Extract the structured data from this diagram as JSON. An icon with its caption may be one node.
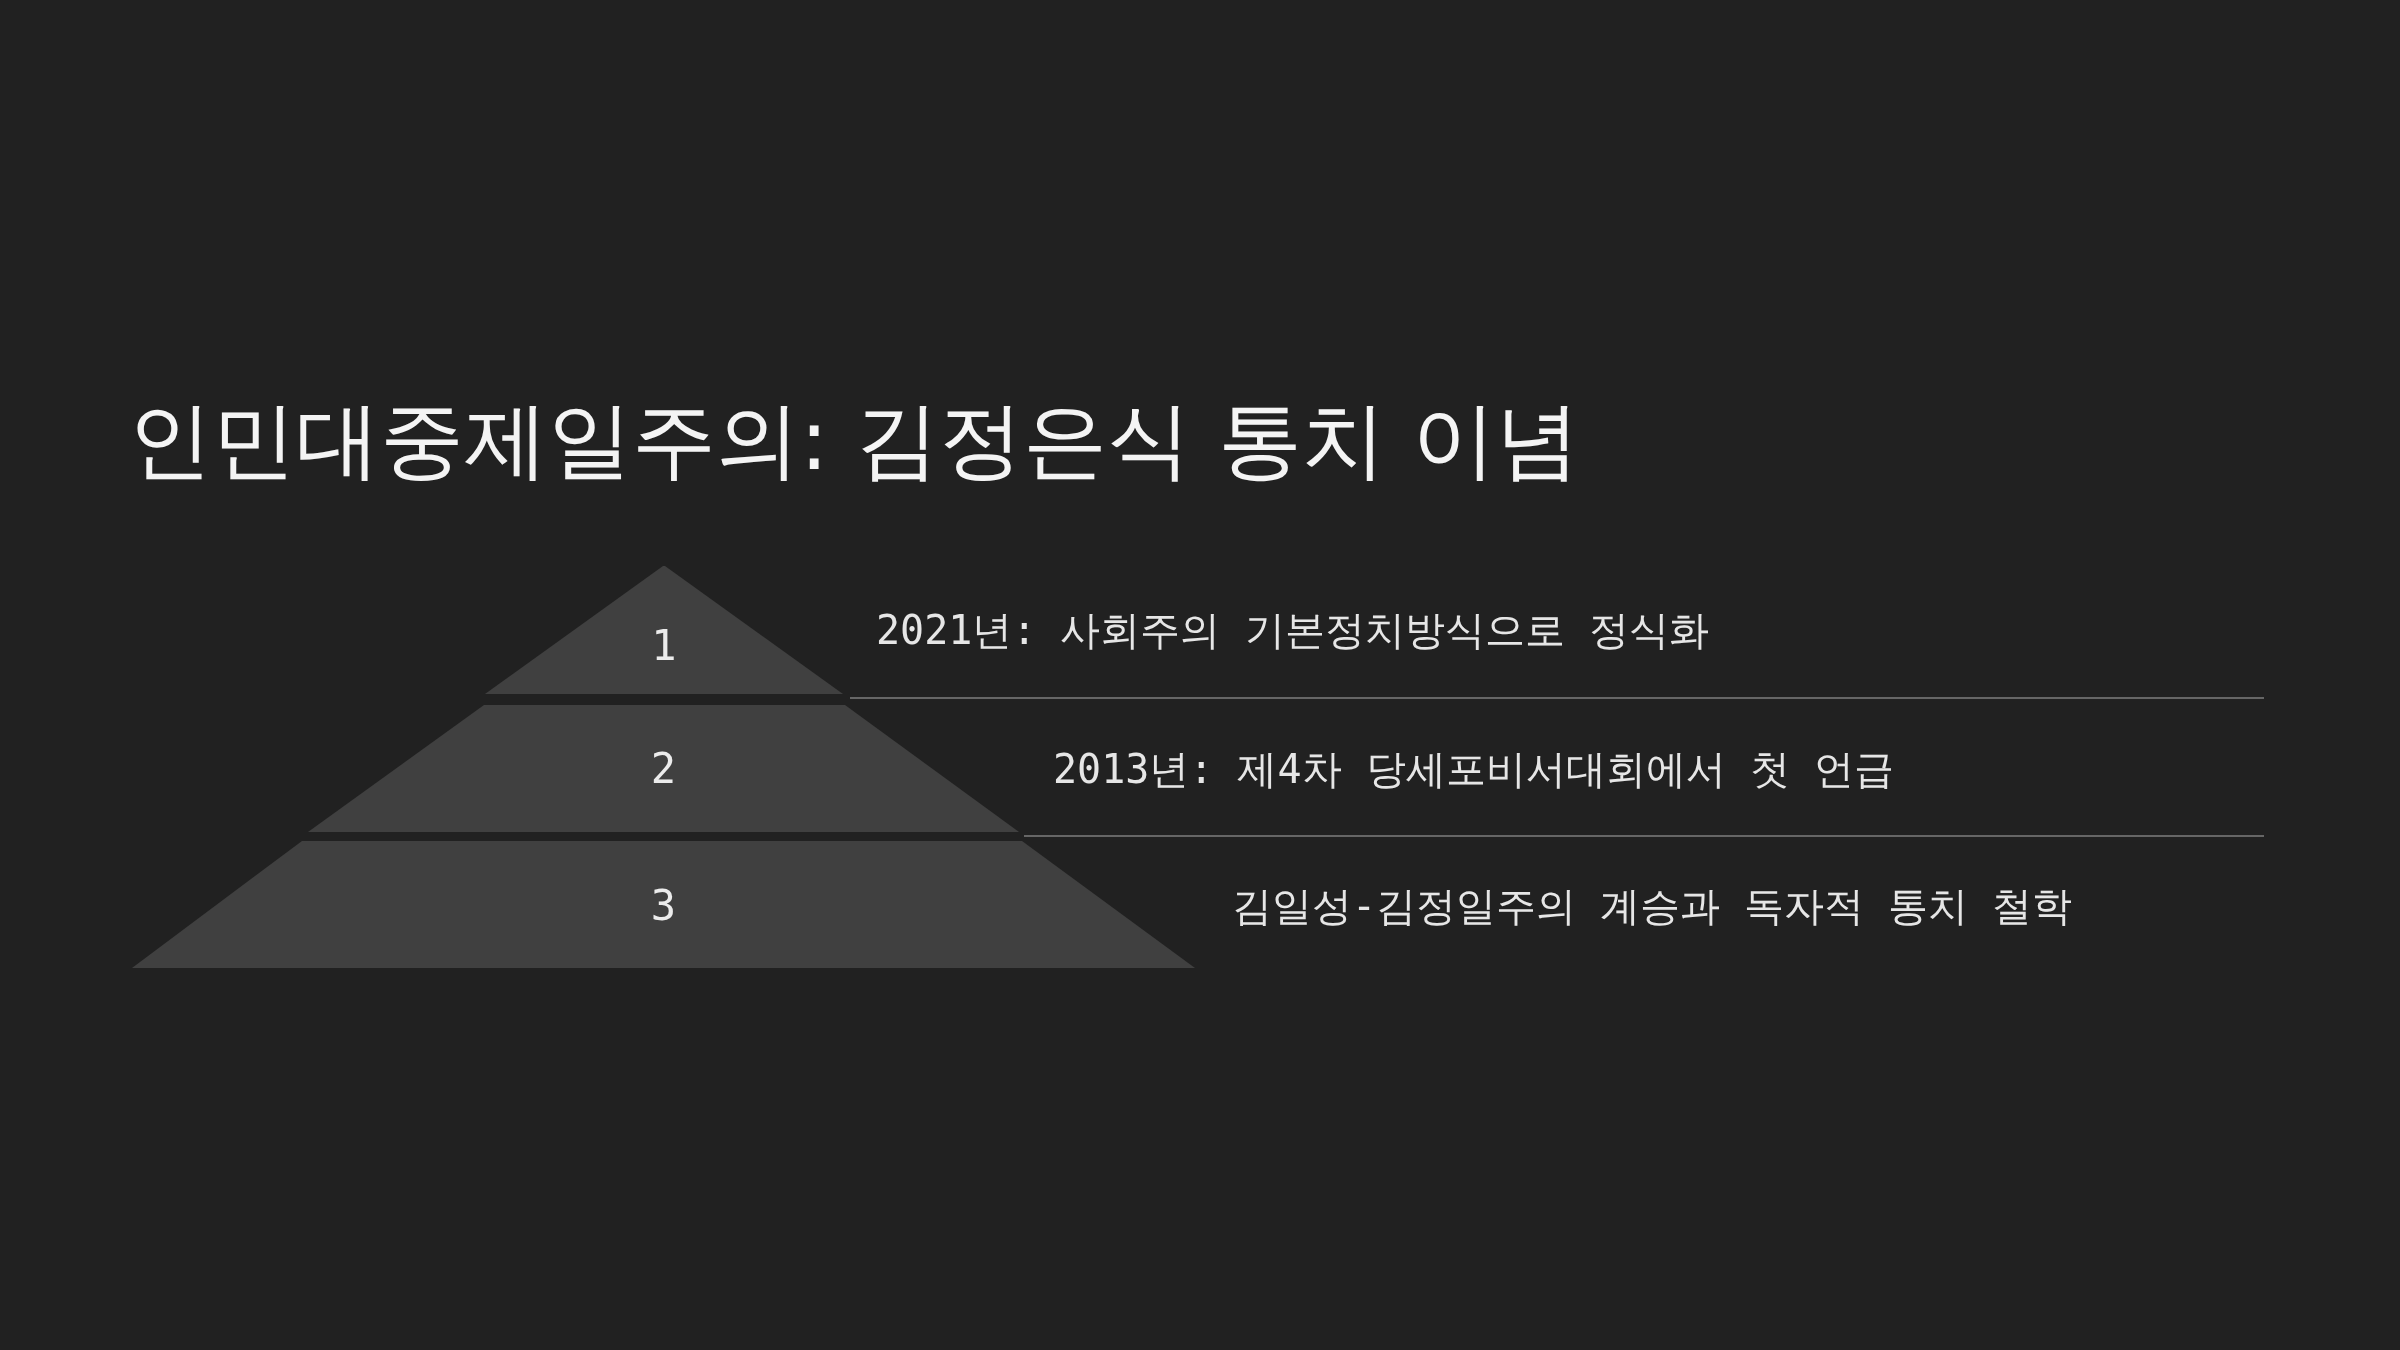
{
  "diagram": {
    "title": "인민대중제일주의: 김정은식 통치 이념",
    "nodes": [
      {
        "text": [
          "1"
        ],
        "beside": [
          "2021년: 사회주의 기본정치방식으로 정식화"
        ]
      },
      {
        "text": [
          "2"
        ],
        "beside": [
          "2013년: 제4차 당세포비서대회에서 첫 언급"
        ]
      },
      {
        "text": [
          "3"
        ],
        "beside": [
          "김일성-김정일주의 계승과 독자적 통치 철학"
        ]
      }
    ],
    "edges": []
  }
}
